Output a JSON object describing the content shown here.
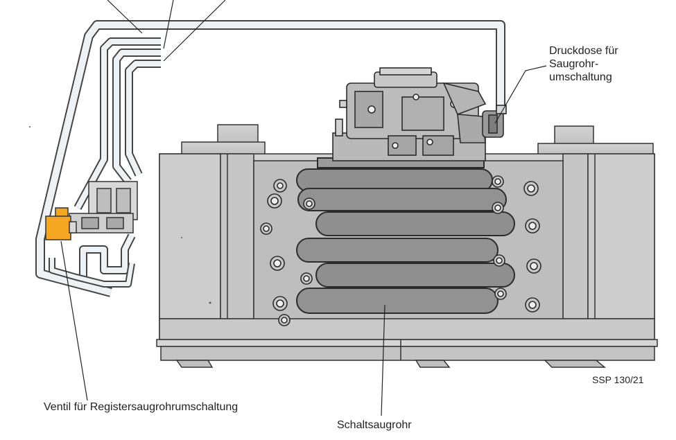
{
  "labels": {
    "druckdose_line1": "Druckdose für",
    "druckdose_line2": "Saugrohr-",
    "druckdose_line3": "umschaltung",
    "ventil": "Ventil für Registersaugrohrumschaltung",
    "schaltsaugrohr": "Schaltsaugrohr",
    "figure_code": "SSP 130/21"
  },
  "colors": {
    "valve_orange": "#f5a623",
    "engine_gray": "#c8c8c8",
    "runner_gray": "#8f8f8f",
    "outline": "#333333",
    "hose_fill": "#e8edf0"
  }
}
